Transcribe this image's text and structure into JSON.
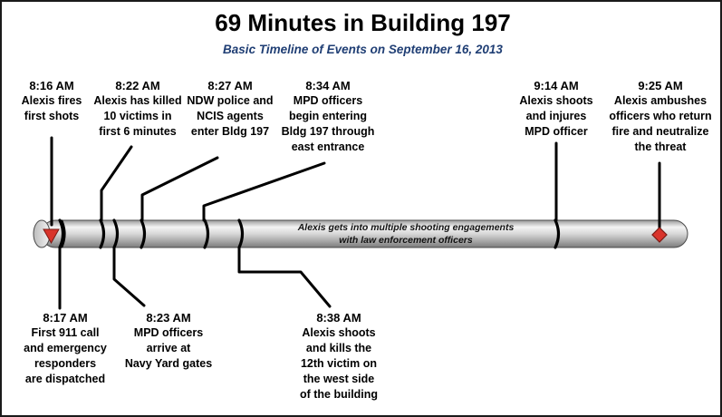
{
  "title": "69 Minutes in Building 197",
  "subtitle": "Basic Timeline of Events on September 16, 2013",
  "bar_text": [
    "Alexis gets into multiple shooting engagements",
    "with law enforcement officers"
  ],
  "colors": {
    "subtitle": "#1f3e74",
    "marker": "#d9342b"
  },
  "events_top": [
    {
      "time": "8:16 AM",
      "lines": [
        "Alexis fires",
        "first shots"
      ]
    },
    {
      "time": "8:22 AM",
      "lines": [
        "Alexis has killed",
        "10 victims in",
        "first 6 minutes"
      ]
    },
    {
      "time": "8:27 AM",
      "lines": [
        "NDW police and",
        "NCIS agents",
        "enter Bldg 197"
      ]
    },
    {
      "time": "8:34 AM",
      "lines": [
        "MPD officers",
        "begin entering",
        "Bldg 197 through",
        "east entrance"
      ]
    },
    {
      "time": "9:14 AM",
      "lines": [
        "Alexis shoots",
        "and injures",
        "MPD officer"
      ]
    },
    {
      "time": "9:25 AM",
      "lines": [
        "Alexis ambushes",
        "officers who return",
        "fire and neutralize",
        "the threat"
      ]
    }
  ],
  "events_bottom": [
    {
      "time": "8:17 AM",
      "lines": [
        "First 911 call",
        "and emergency",
        "responders",
        "are dispatched"
      ]
    },
    {
      "time": "8:23 AM",
      "lines": [
        "MPD officers",
        "arrive at",
        "Navy Yard gates"
      ]
    },
    {
      "time": "8:38 AM",
      "lines": [
        "Alexis shoots",
        "and kills the",
        "12th victim on",
        "the west side",
        "of the building"
      ]
    }
  ]
}
